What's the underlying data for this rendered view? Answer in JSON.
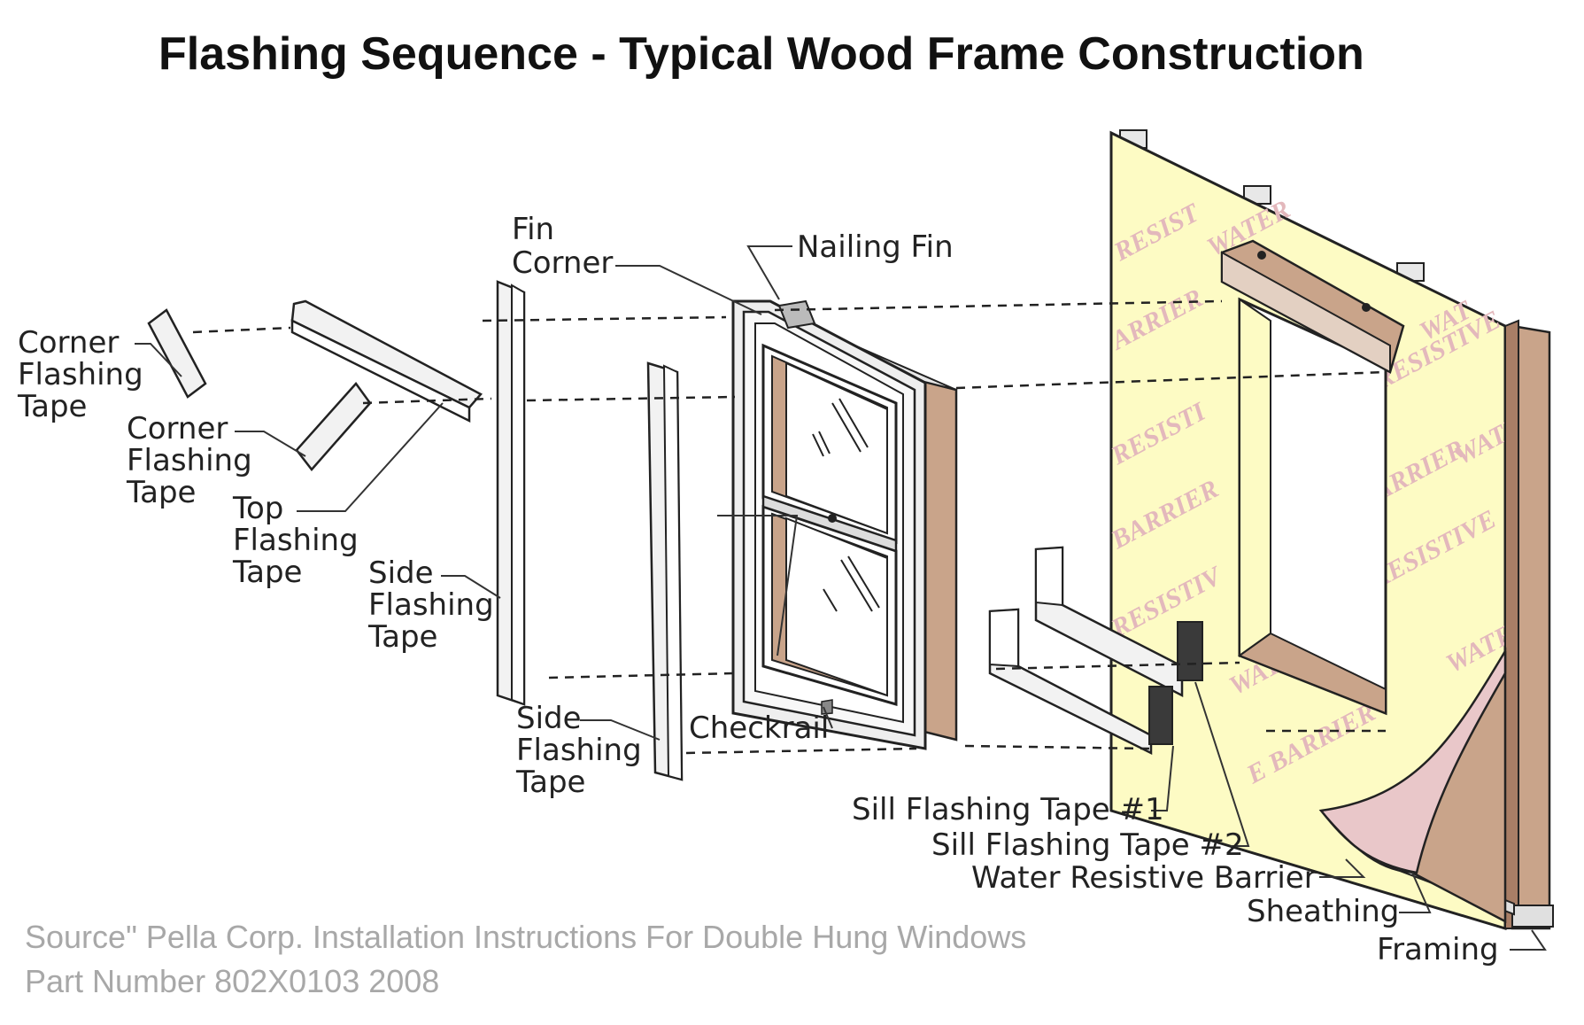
{
  "title": "Flashing Sequence - Typical Wood Frame Construction",
  "labels": {
    "corner_flashing_tape_1": [
      "Corner",
      "Flashing",
      "Tape"
    ],
    "corner_flashing_tape_2": [
      "Corner",
      "Flashing",
      "Tape"
    ],
    "top_flashing_tape": [
      "Top",
      "Flashing",
      "Tape"
    ],
    "side_flashing_tape_1": [
      "Side",
      "Flashing",
      "Tape"
    ],
    "side_flashing_tape_2": [
      "Side",
      "Flashing",
      "Tape"
    ],
    "fin_corner": [
      "Fin",
      "Corner"
    ],
    "nailing_fin": "Nailing Fin",
    "checkrail": "Checkrail",
    "sill_flashing_tape_1": "Sill Flashing Tape #1",
    "sill_flashing_tape_2": "Sill Flashing Tape #2",
    "water_resistive_barrier": "Water Resistive Barrier",
    "sheathing": "Sheathing",
    "framing": "Framing"
  },
  "watermark_words": [
    "RESIST",
    "WATER",
    "ARRIER",
    "RESISTIVE",
    "RESISTI",
    "BARRIER",
    "BARRIER",
    "RESISTIVE",
    "RESISTIV",
    "WATER",
    "WATE",
    "E BARRIER",
    "WATER",
    "WAT"
  ],
  "source": {
    "line1": "Source\" Pella Corp. Installation Instructions For Double Hung Windows",
    "line2": "Part Number 802X0103 2008"
  },
  "colors": {
    "wrb": "#fdfbc4",
    "wood": "#c9a48a",
    "wood_dark": "#a87e66",
    "tape": "#f2f2f2",
    "dark_tape": "#3a3a3a",
    "watermark": "#e3b8bc",
    "source_text": "#a8a8a8"
  }
}
